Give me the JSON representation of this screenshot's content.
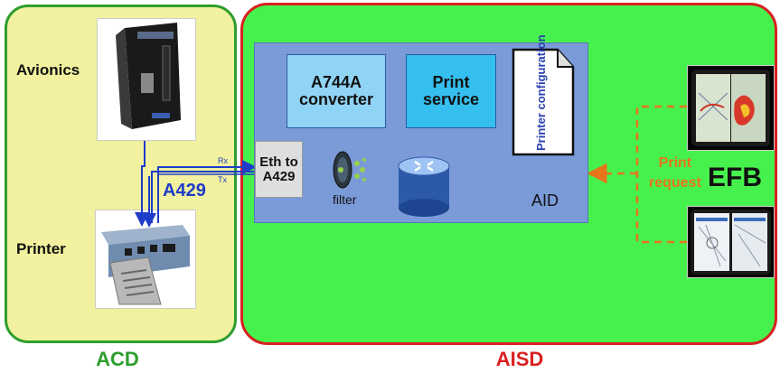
{
  "domains": {
    "acd": "ACD",
    "aisd": "AISD"
  },
  "acd_side": {
    "avionics": "Avionics",
    "printer": "Printer",
    "bus": "A429",
    "rx": "Rx",
    "tx": "Tx"
  },
  "aid": {
    "label": "AID",
    "a744_converter": "A744A converter",
    "print_service": "Print service",
    "printer_configuration": "Printer configuration",
    "eth_to_a429": "Eth to A429",
    "filter": "filter"
  },
  "efb": {
    "label": "EFB",
    "request_line1": "Print",
    "request_line2": "request"
  },
  "colors": {
    "acd_border": "#2e9e2e",
    "aisd_border": "#d92020",
    "bus_line": "#1e3cc8",
    "internal_link": "#7030a0",
    "request_dash": "#e8741c"
  }
}
